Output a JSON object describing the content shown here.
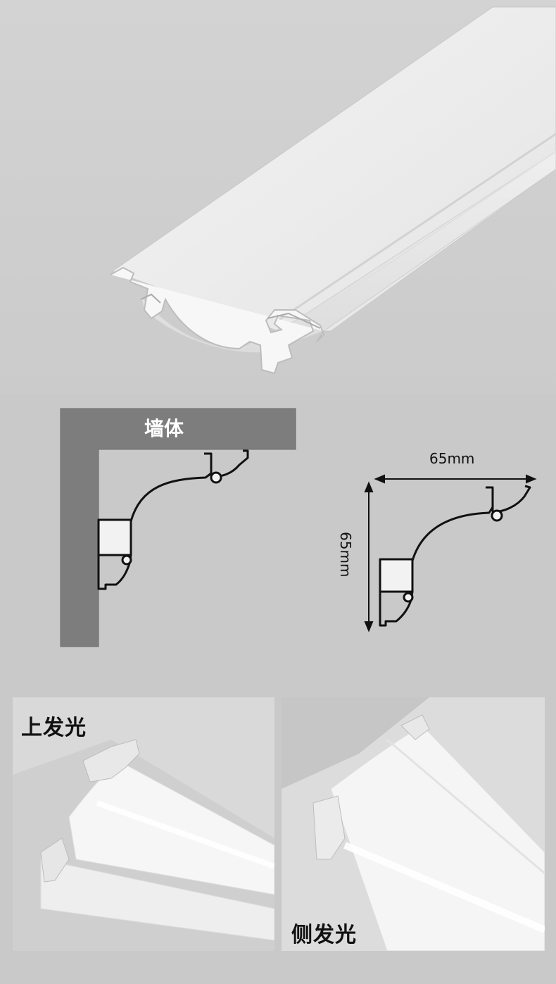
{
  "diagram": {
    "wall_label": "墙体",
    "width_dimension": "65mm",
    "height_dimension": "65mm"
  },
  "photos": {
    "top_light_label": "上发光",
    "side_light_label": "侧发光"
  },
  "colors": {
    "background": "#c9c9c9",
    "wall": "#7d7d7d",
    "profile_line": "#111111",
    "profile_body": "#f2f2f2"
  }
}
